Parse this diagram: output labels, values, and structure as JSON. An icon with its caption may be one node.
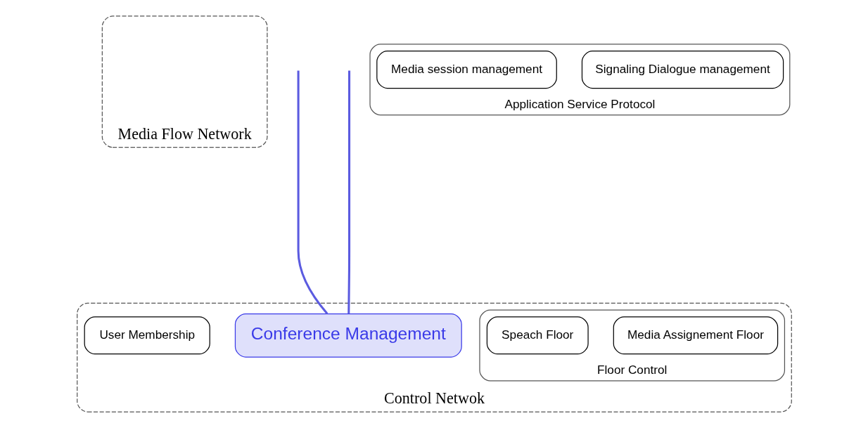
{
  "diagram": {
    "nodes": [
      {
        "text": [
          "Media Flow Network"
        ]
      },
      {
        "text": [
          "Control Netwok"
        ]
      },
      {
        "text": [
          "Application Service Protocol"
        ]
      },
      {
        "text": [
          "Media session management"
        ],
        "in": 2
      },
      {
        "text": [
          "Signaling Dialogue management"
        ],
        "in": 2
      },
      {
        "text": [
          "User Membership"
        ],
        "in": 1
      },
      {
        "text": [
          "Conference Management"
        ],
        "in": 1
      },
      {
        "text": [
          "Floor Control"
        ],
        "in": 1
      },
      {
        "text": [
          "Speach Floor"
        ],
        "in": 7
      },
      {
        "text": [
          "Media Assignement Floor"
        ],
        "in": 7
      }
    ],
    "edges": [
      {
        "from": null,
        "to": 6,
        "arrow": "none",
        "color": "#5b5be0"
      },
      {
        "from": null,
        "to": 6,
        "arrow": "none",
        "color": "#5b5be0"
      }
    ]
  }
}
